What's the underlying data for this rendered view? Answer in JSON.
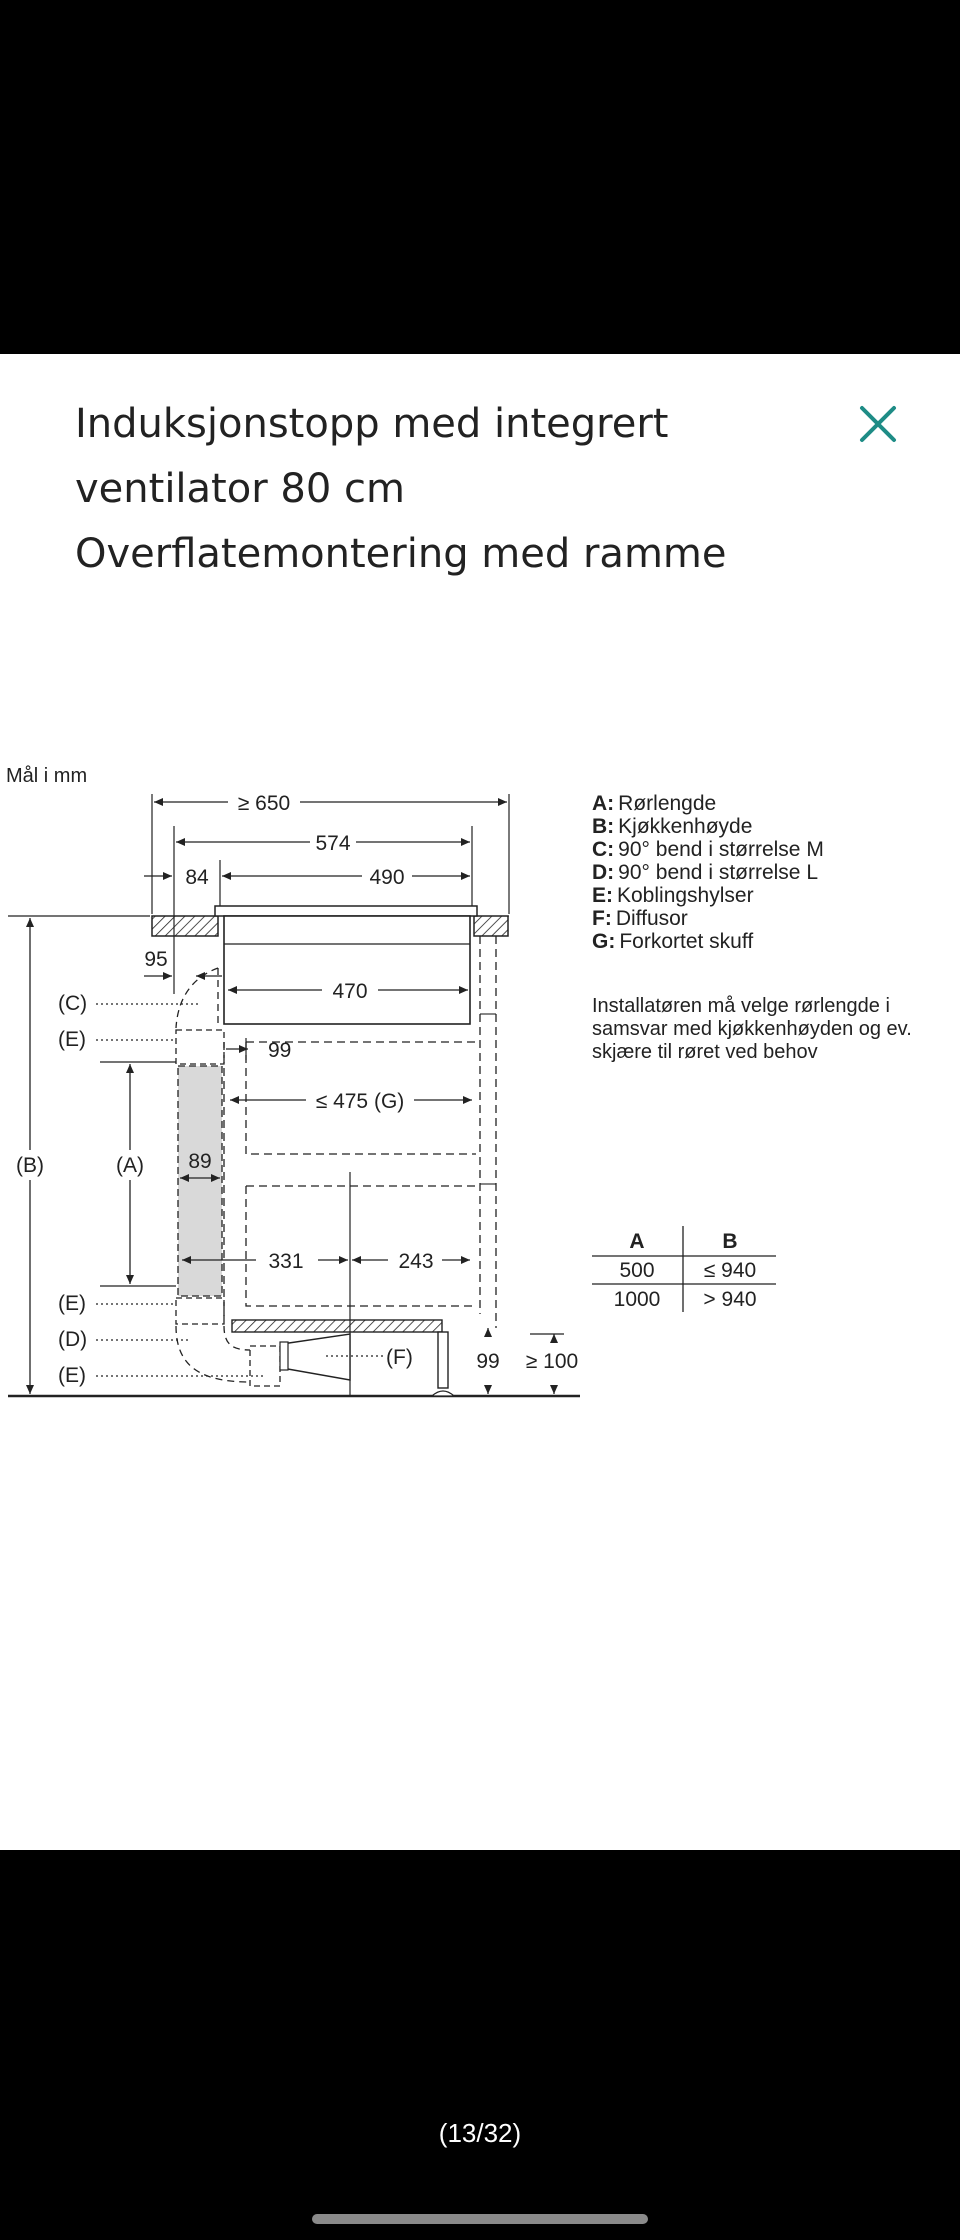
{
  "header": {
    "title_lines": [
      "Induksjonstopp med integrert",
      "ventilator 80 cm",
      "Overflatemontering med ramme"
    ]
  },
  "icons": {
    "close": "close-x-icon"
  },
  "colors": {
    "accent": "#1e8c86",
    "text": "#222222",
    "backdrop": "#000000"
  },
  "diagram": {
    "unit_label": "Mål i mm",
    "dims": {
      "overall_min": "≥ 650",
      "width_574": "574",
      "offset_84": "84",
      "width_490": "490",
      "offset_95": "95",
      "width_470": "470",
      "gap_99": "99",
      "drawer": "≤ 475 (G)",
      "duct_89": "89",
      "offset_331": "331",
      "width_243": "243",
      "plinth_99": "99",
      "plinth_min": "≥ 100"
    },
    "callouts": {
      "C": "(C)",
      "E_top": "(E)",
      "B": "(B)",
      "A": "(A)",
      "E_mid": "(E)",
      "D": "(D)",
      "E_bottom": "(E)",
      "F": "(F)"
    },
    "legend": [
      {
        "key": "A:",
        "text": "Rørlengde"
      },
      {
        "key": "B:",
        "text": "Kjøkkenhøyde"
      },
      {
        "key": "C:",
        "text": "90° bend i størrelse M"
      },
      {
        "key": "D:",
        "text": "90° bend i størrelse L"
      },
      {
        "key": "E:",
        "text": "Koblingshylser"
      },
      {
        "key": "F:",
        "text": "Diffusor"
      },
      {
        "key": "G:",
        "text": "Forkortet skuff"
      }
    ],
    "note_lines": [
      "Installatøren må velge rørlengde i",
      "samsvar med kjøkkenhøyden og ev.",
      "skjære til røret ved behov"
    ],
    "table": {
      "headers": [
        "A",
        "B"
      ],
      "rows": [
        [
          "500",
          "≤ 940"
        ],
        [
          "1000",
          "> 940"
        ]
      ]
    }
  },
  "footer": {
    "counter": "(13/32)"
  }
}
